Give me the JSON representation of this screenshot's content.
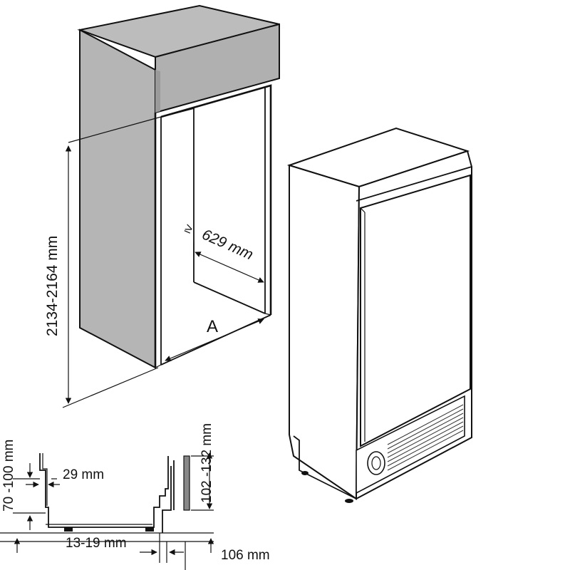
{
  "labels": {
    "height": "2134-2164 mm",
    "depth": "629 mm",
    "depth_prefix": "≥",
    "width": "A",
    "plinth_height": "70 -100 mm",
    "gap": "29 mm",
    "toe": "13-19 mm",
    "top_gap": "102 -132 mm",
    "front": "106 mm"
  }
}
